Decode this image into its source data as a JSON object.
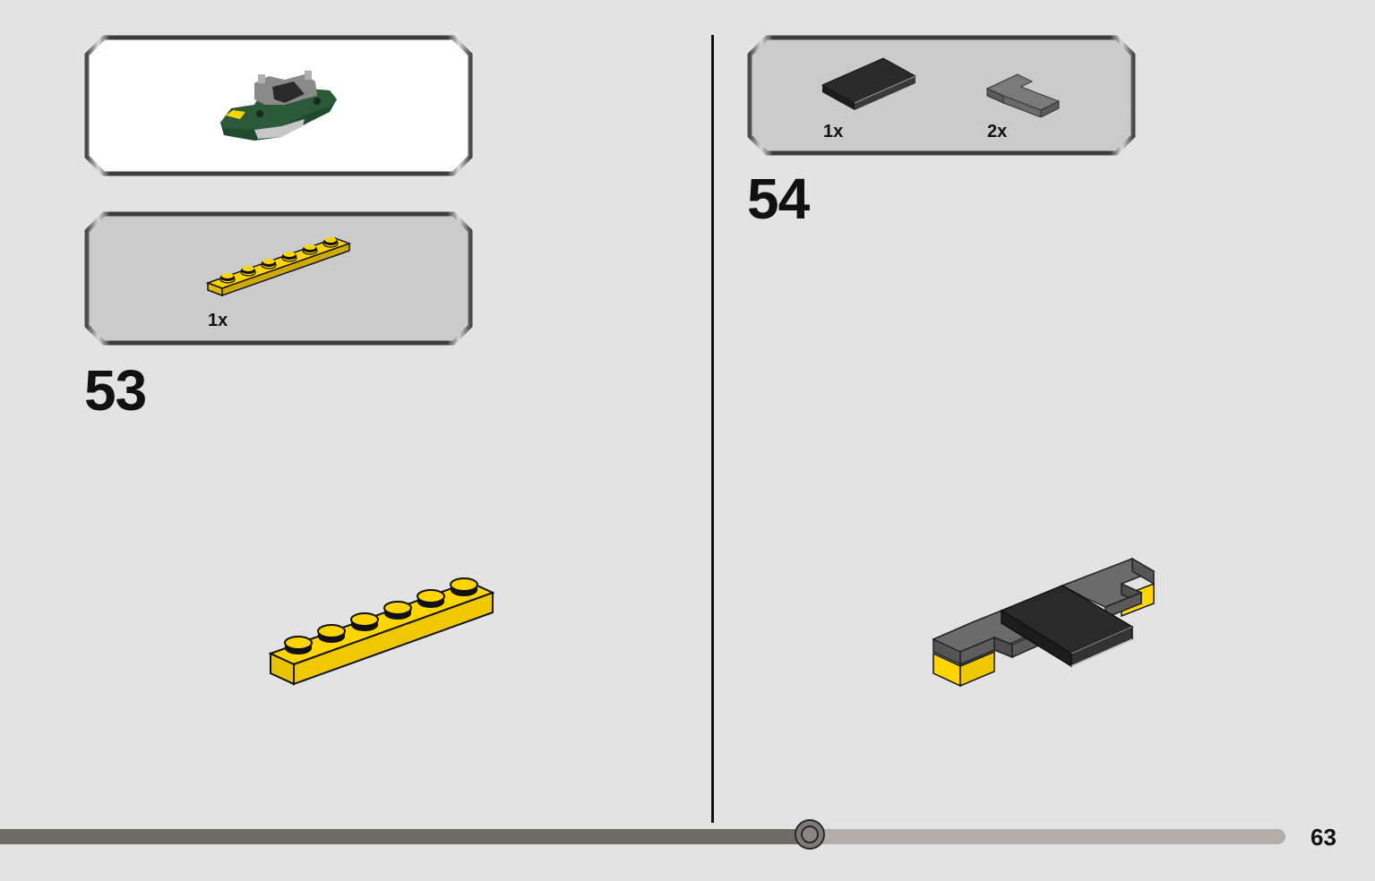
{
  "page": {
    "number": "63"
  },
  "steps": [
    {
      "number": "53",
      "parts": [
        {
          "name": "yellow-1x6-plate",
          "qty": "1x"
        }
      ]
    },
    {
      "number": "54",
      "parts": [
        {
          "name": "dark-gray-2x2-tile",
          "qty": "1x"
        },
        {
          "name": "gray-corner-plate",
          "qty": "2x"
        }
      ]
    }
  ],
  "progress": {
    "fraction": 0.63
  },
  "colors": {
    "background": "#e3e3e3",
    "brick_yellow": "#ffd500",
    "dark_gray": "#2a2a2a",
    "medium_gray": "#6b6b6b",
    "dark_green": "#1f4a2e",
    "progress_filled": "#6f6c66",
    "progress_empty": "#b3aeaa"
  }
}
